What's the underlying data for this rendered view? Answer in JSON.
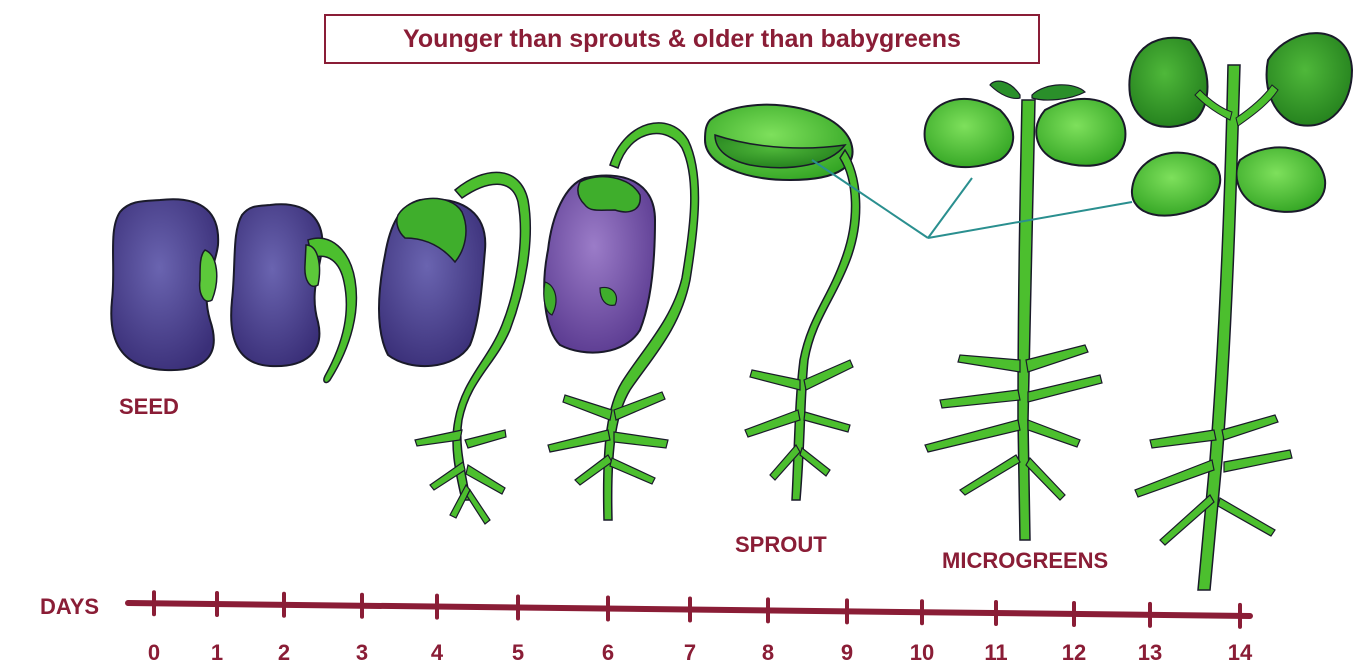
{
  "title": "Younger than sprouts & older than babygreens",
  "labels": {
    "seed": "SEED",
    "sprout": "SPROUT",
    "microgreens": "MICROGREENS",
    "days": "DAYS"
  },
  "timeline": {
    "days": [
      "0",
      "1",
      "2",
      "3",
      "4",
      "5",
      "6",
      "7",
      "8",
      "9",
      "10",
      "11",
      "12",
      "13",
      "14"
    ]
  },
  "colors": {
    "accent": "#8a1d36",
    "leaf": "#3fbf2a",
    "leaf_dark": "#1f7a1a",
    "seed": "#4a3f8c",
    "pointer": "#2a8f8f"
  },
  "stages": [
    {
      "icon": "bean-seed-icon"
    },
    {
      "icon": "germinating-bean-icon"
    },
    {
      "icon": "rooting-bean-icon"
    },
    {
      "icon": "hooked-seedling-icon"
    },
    {
      "icon": "sprout-icon"
    },
    {
      "icon": "microgreen-icon"
    },
    {
      "icon": "baby-green-icon"
    }
  ]
}
